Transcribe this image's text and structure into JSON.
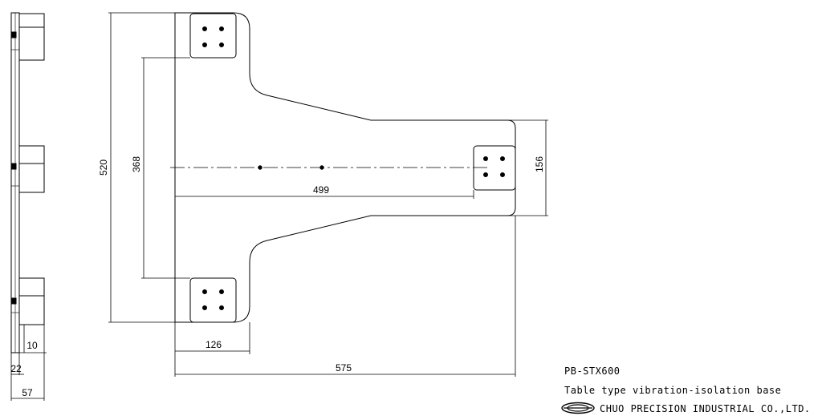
{
  "drawing": {
    "dims": {
      "overall_height": "520",
      "pad_span": "368",
      "arm_length": "499",
      "end_width": "156",
      "flange_width": "126",
      "overall_length": "575",
      "side_thickness": "10",
      "side_offset": "22",
      "side_depth": "57"
    }
  },
  "title_block": {
    "model": "PB-STX600",
    "description": "Table type vibration-isolation base",
    "company": "CHUO PRECISION INDUSTRIAL CO.,LTD.",
    "logo_icon": "chuo-logo-icon"
  }
}
